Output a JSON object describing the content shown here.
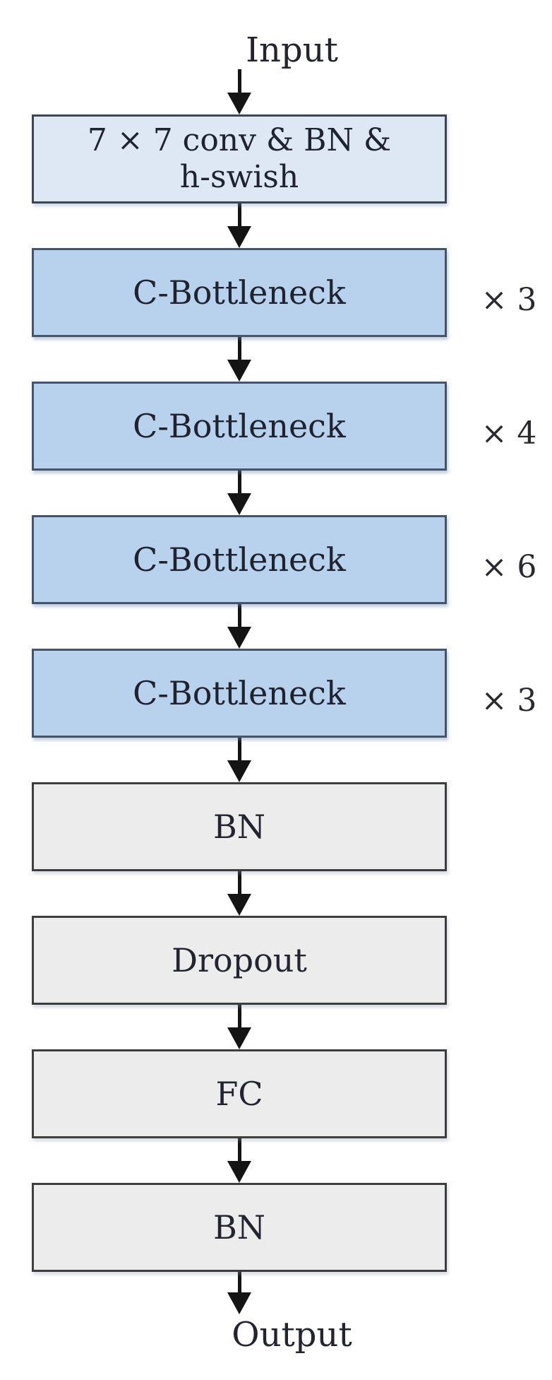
{
  "diagram": {
    "input_label": "Input",
    "output_label": "Output",
    "nodes": [
      {
        "type": "conv",
        "line1": "7 × 7 conv & BN &",
        "line2": "h-swish",
        "multiplier": ""
      },
      {
        "type": "c-bottleneck",
        "label": "C-Bottleneck",
        "multiplier": "× 3"
      },
      {
        "type": "c-bottleneck",
        "label": "C-Bottleneck",
        "multiplier": "× 4"
      },
      {
        "type": "c-bottleneck",
        "label": "C-Bottleneck",
        "multiplier": "× 6"
      },
      {
        "type": "c-bottleneck",
        "label": "C-Bottleneck",
        "multiplier": "× 3"
      },
      {
        "type": "dense",
        "label": "BN",
        "multiplier": ""
      },
      {
        "type": "dense",
        "label": "Dropout",
        "multiplier": ""
      },
      {
        "type": "dense",
        "label": "FC",
        "multiplier": ""
      },
      {
        "type": "dense",
        "label": "BN",
        "multiplier": ""
      }
    ],
    "colors": {
      "conv_fill": "#dee8f4",
      "bottleneck_fill": "#b8d1ec",
      "dense_fill": "#ececec",
      "bottleneck_border": "#44546a",
      "dense_border": "#3e3e3e",
      "arrow": "#141414"
    }
  }
}
